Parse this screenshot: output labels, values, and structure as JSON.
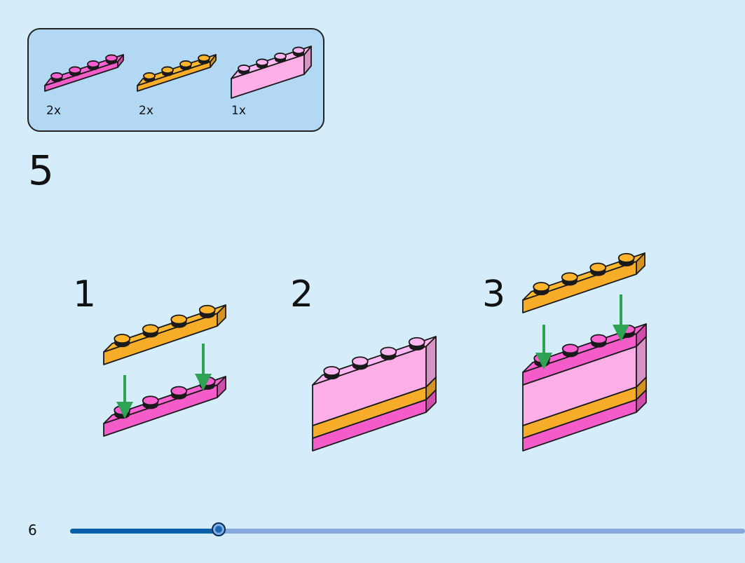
{
  "parts": [
    {
      "qty": "2x",
      "color": "#f35cc9",
      "name": "pink 1x4 plate"
    },
    {
      "qty": "2x",
      "color": "#f7ad2a",
      "name": "orange 1x4 plate"
    },
    {
      "qty": "1x",
      "color": "#fcaee6",
      "name": "light pink 1x4 brick"
    }
  ],
  "step": {
    "number": "5"
  },
  "substeps": [
    {
      "number": "1"
    },
    {
      "number": "2"
    },
    {
      "number": "3"
    }
  ],
  "colors": {
    "background": "#d5ecfa",
    "arrow": "#2fa354",
    "progress": "#0a5fab"
  },
  "footer": {
    "page": "6",
    "progress_fraction": 0.22
  }
}
